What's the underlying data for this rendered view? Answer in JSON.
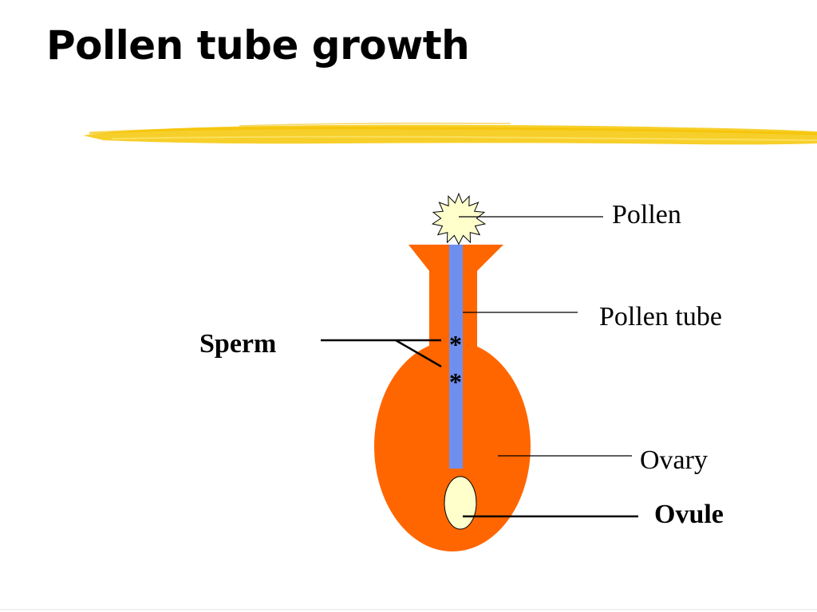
{
  "slide": {
    "title": "Pollen tube growth"
  },
  "diagram": {
    "labels": {
      "pollen": "Pollen",
      "pollen_tube": "Pollen tube",
      "sperm": "Sperm",
      "ovary": "Ovary",
      "ovule": "Ovule"
    },
    "sperm_marks": [
      "*",
      "*"
    ]
  },
  "colors": {
    "title_underline": "#f5c518",
    "pistil": "#ff6600",
    "pollen_tube": "#6f8fef",
    "pollen_grain": "#ffffcc",
    "ovule": "#ffffcc",
    "text": "#000000"
  }
}
